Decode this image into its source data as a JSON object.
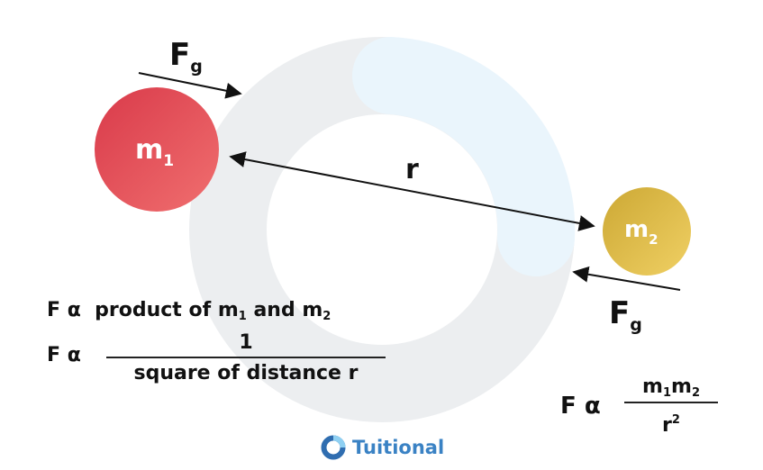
{
  "masses": [
    {
      "letter": "m",
      "subscript": "1",
      "color_light": "#f06f6f",
      "color_dark": "#d93a4a"
    },
    {
      "letter": "m",
      "subscript": "2",
      "color_light": "#f0d064",
      "color_dark": "#cca834"
    }
  ],
  "forces": {
    "left": {
      "letter": "F",
      "subscript": "g"
    },
    "right": {
      "letter": "F",
      "subscript": "g"
    }
  },
  "distance_label": "r",
  "equations": {
    "eq1": {
      "prefix": "F α",
      "text_a": "product of m",
      "sub_a": "1",
      "text_b": " and m",
      "sub_b": "2"
    },
    "eq2": {
      "prefix": "F α",
      "numerator": "1",
      "denominator": "square of distance r"
    },
    "eq3": {
      "prefix": "F α",
      "num_a": "m",
      "sub_a": "1",
      "num_b": "m",
      "sub_b": "2",
      "den_base": "r",
      "den_sup": "2"
    }
  },
  "brand": {
    "name": "Tuitional",
    "color": "#3a82c4"
  },
  "colors": {
    "ring_gray": "#eceef0",
    "ring_blue": "#eaf5fc",
    "arrow": "#111111"
  }
}
